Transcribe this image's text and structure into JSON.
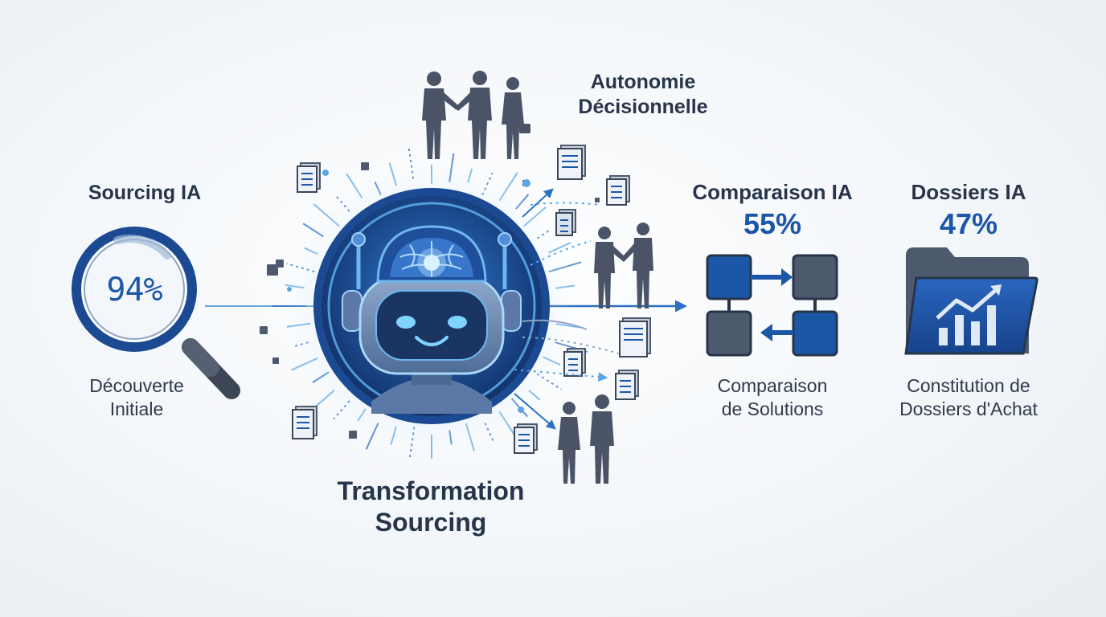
{
  "hub": {
    "title_line1": "Transformation",
    "title_line2": "Sourcing"
  },
  "autonomy": {
    "line1": "Autonomie",
    "line2": "Décisionnelle"
  },
  "sourcing": {
    "title": "Sourcing IA",
    "value": "94%",
    "caption_line1": "Découverte",
    "caption_line2": "Initiale"
  },
  "comparison": {
    "title": "Comparaison IA",
    "value": "55%",
    "caption_line1": "Comparaison",
    "caption_line2": "de Solutions"
  },
  "dossiers": {
    "title": "Dossiers IA",
    "value": "47%",
    "caption_line1": "Constitution de",
    "caption_line2": "Dossiers d'Achat"
  },
  "colors": {
    "primary_blue": "#1c56a7",
    "dark_navy": "#27354a",
    "slate_gray": "#4d5a6e",
    "glow_blue": "#56b8f5"
  }
}
